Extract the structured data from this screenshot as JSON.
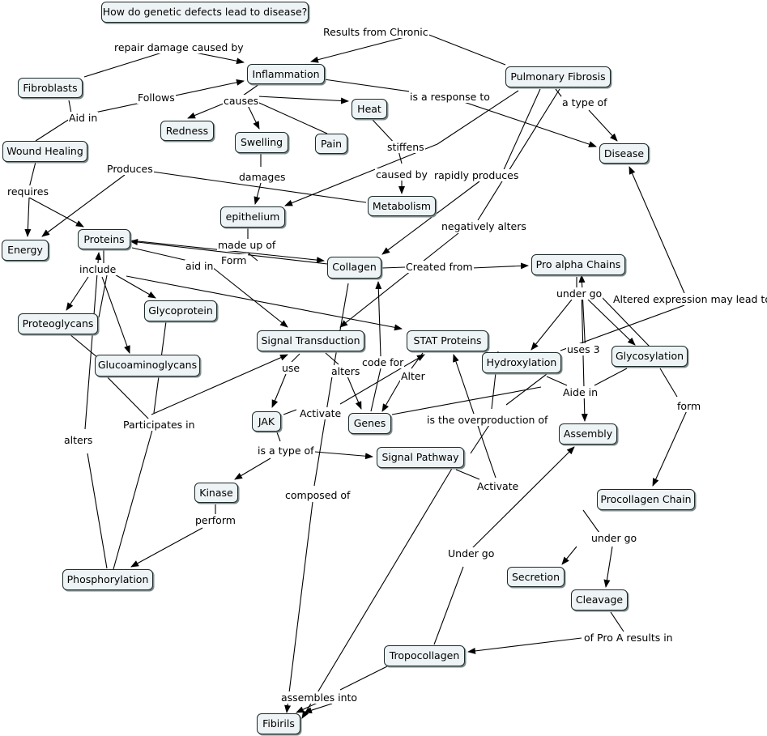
{
  "concepts": {
    "question": "How do genetic defects lead to disease?",
    "fibroblasts": "Fibroblasts",
    "inflammation": "Inflammation",
    "pulmonary_fibrosis": "Pulmonary Fibrosis",
    "wound_healing": "Wound Healing",
    "redness": "Redness",
    "heat": "Heat",
    "swelling": "Swelling",
    "pain": "Pain",
    "disease": "Disease",
    "energy": "Energy",
    "proteins": "Proteins",
    "epithelium": "epithelium",
    "metabolism": "Metabolism",
    "collagen": "Collagen",
    "pro_alpha_chains": "Pro alpha Chains",
    "proteoglycans": "Proteoglycans",
    "glycoprotein": "Glycoprotein",
    "signal_transduction": "Signal Transduction",
    "stat_proteins": "STAT Proteins",
    "hydroxylation": "Hydroxylation",
    "glycosylation": "Glycosylation",
    "glucoaminoglycans": "Glucoaminoglycans",
    "jak": "JAK",
    "genes": "Genes",
    "assembly": "Assembly",
    "signal_pathway": "Signal Pathway",
    "kinase": "Kinase",
    "procollagen_chain": "Procollagen Chain",
    "secretion": "Secretion",
    "cleavage": "Cleavage",
    "phosphorylation": "Phosphorylation",
    "tropocollagen": "Tropocollagen",
    "fibirils": "Fibirils"
  },
  "links": {
    "results_from_chronic": "Results from Chronic",
    "repair_damage_caused_by": "repair damage caused by",
    "follows": "Follows",
    "aid_in": "Aid in",
    "causes": "causes",
    "is_a_response_to": "is a response to",
    "a_type_of": "a type of",
    "stiffens": "stiffens",
    "produces": "Produces",
    "requires": "requires",
    "damages": "damages",
    "caused_by": "caused by",
    "rapidly_produces": "rapidly produces",
    "negatively_alters": "negatively alters",
    "made_up_of": "made up of",
    "include": "include",
    "aid_in_lower": "aid in",
    "form_upper": "Form",
    "created_from": "Created from",
    "under_go": "under go",
    "altered_expression": "Altered expression may lead to",
    "uses_3": "uses 3",
    "aide_in": "Aide in",
    "form_lower": "form",
    "use": "use",
    "alters_mid": "alters",
    "code_for": "code for",
    "alter": "Alter",
    "activate_jak": "Activate",
    "is_the_overproduction_of": "is the overproduction of",
    "participates_in": "Participates in",
    "alters_left": "alters",
    "is_a_type_of": "is a type of",
    "activate_pathway": "Activate",
    "composed_of": "composed of",
    "perform": "perform",
    "under_go_procollagen": "under go",
    "under_go_tropo": "Under go",
    "of_pro_a_results_in": "of Pro A results in",
    "assembles_into": "assembles into"
  }
}
